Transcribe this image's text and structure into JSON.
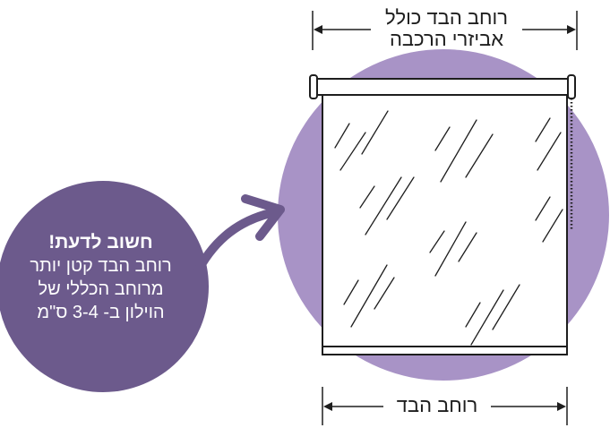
{
  "top_dimension": {
    "line1": "רוחב הבד כולל",
    "line2": "אביזרי הרכבה"
  },
  "bottom_dimension": {
    "label": "רוחב הבד"
  },
  "note": {
    "title": "חשוב לדעת!",
    "lines": [
      "רוחב הבד קטן יותר",
      "מרוחב הכללי של",
      "הוילון ב- 3-4 ס\"מ"
    ]
  },
  "colors": {
    "lavender": "#a893c6",
    "dark_purple": "#6c5a8c",
    "line": "#1e1e1e"
  },
  "icons": [
    "arrow-icon",
    "roller-blind-icon"
  ]
}
